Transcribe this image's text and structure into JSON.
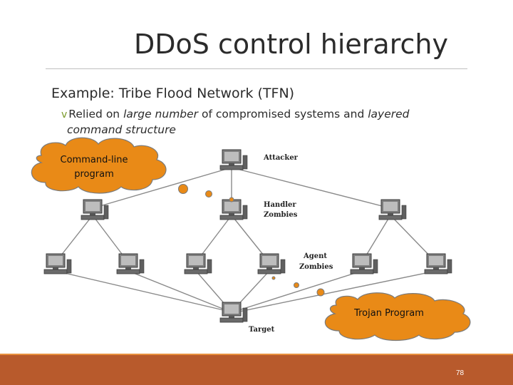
{
  "slide": {
    "title": "DDoS control hierarchy",
    "subtitle": "Example: Tribe Flood Network (TFN)",
    "bullet": {
      "symbol": "v",
      "part1": "Relied on ",
      "em1": "large number",
      "part2": " of compromised systems and ",
      "em2": "layered",
      "em3": "command structure"
    },
    "page_number": "78"
  },
  "diagram": {
    "labels": {
      "attacker": "Attacker",
      "handler_line1": "Handler",
      "handler_line2": "Zombies",
      "agent_line1": "Agent",
      "agent_line2": "Zombies",
      "target": "Target"
    },
    "callouts": {
      "command_line_1": "Command-line",
      "command_line_2": "program",
      "trojan": "Trojan Program"
    },
    "colors": {
      "callout_fill": "#e98a17",
      "callout_stroke": "#7a7a7a",
      "footer": "#b85a2c",
      "line": "#8a8a8a"
    }
  }
}
